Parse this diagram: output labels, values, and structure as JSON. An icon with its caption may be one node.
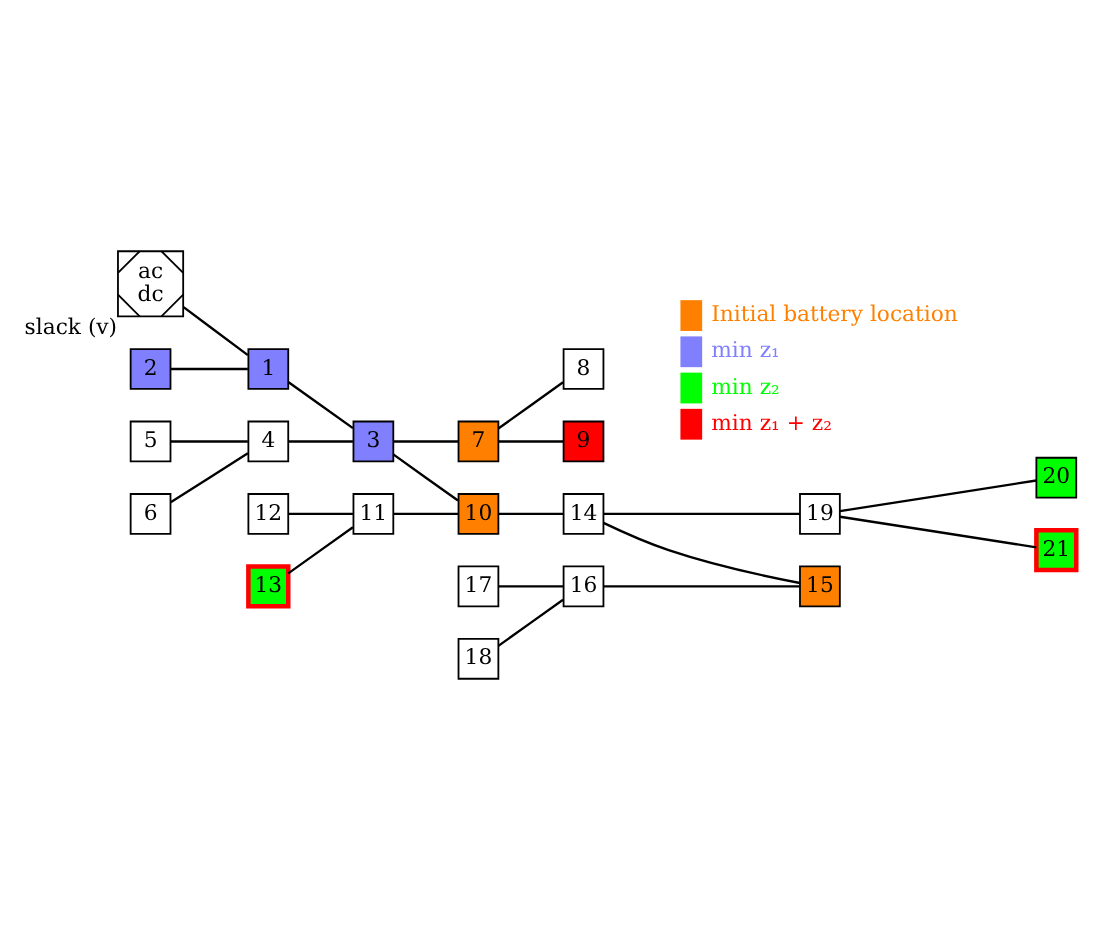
{
  "diagram": {
    "nodes": [
      {
        "text": [
          "ac",
          "dc"
        ],
        "beside": [
          "slack (v)"
        ]
      },
      {
        "text": [
          "1"
        ]
      },
      {
        "text": [
          "2"
        ]
      },
      {
        "text": [
          "3"
        ]
      },
      {
        "text": [
          "4"
        ]
      },
      {
        "text": [
          "5"
        ]
      },
      {
        "text": [
          "6"
        ]
      },
      {
        "text": [
          "7"
        ]
      },
      {
        "text": [
          "8"
        ]
      },
      {
        "text": [
          "9"
        ]
      },
      {
        "text": [
          "10"
        ]
      },
      {
        "text": [
          "11"
        ]
      },
      {
        "text": [
          "12"
        ]
      },
      {
        "text": [
          "13"
        ]
      },
      {
        "text": [
          "14"
        ]
      },
      {
        "text": [
          "15"
        ]
      },
      {
        "text": [
          "16"
        ]
      },
      {
        "text": [
          "17"
        ]
      },
      {
        "text": [
          "18"
        ]
      },
      {
        "text": [
          "19"
        ]
      },
      {
        "text": [
          "20"
        ]
      },
      {
        "text": [
          "21"
        ]
      }
    ],
    "edges": [
      {
        "from": 0,
        "to": 1,
        "arrow": "none"
      },
      {
        "from": 2,
        "to": 1,
        "arrow": "none"
      },
      {
        "from": 1,
        "to": 3,
        "arrow": "none"
      },
      {
        "from": 4,
        "to": 3,
        "arrow": "none"
      },
      {
        "from": 6,
        "to": 4,
        "arrow": "none"
      },
      {
        "from": 5,
        "to": 4,
        "arrow": "none"
      },
      {
        "from": 3,
        "to": 7,
        "arrow": "none"
      },
      {
        "from": 7,
        "to": 8,
        "arrow": "none"
      },
      {
        "from": 7,
        "to": 9,
        "arrow": "none"
      },
      {
        "from": 3,
        "to": 10,
        "arrow": "none"
      },
      {
        "from": 11,
        "to": 10,
        "arrow": "none"
      },
      {
        "from": 12,
        "to": 11,
        "arrow": "none"
      },
      {
        "from": 13,
        "to": 11,
        "arrow": "none"
      },
      {
        "from": 10,
        "to": 14,
        "arrow": "none"
      },
      {
        "from": 14,
        "to": 19,
        "arrow": "none"
      },
      {
        "from": 19,
        "to": 20,
        "arrow": "none"
      },
      {
        "from": 19,
        "to": 21,
        "arrow": "none"
      },
      {
        "from": 14,
        "to": 15,
        "arrow": "none"
      },
      {
        "from": 16,
        "to": 15,
        "arrow": "none"
      },
      {
        "from": 17,
        "to": 16,
        "arrow": "none"
      },
      {
        "from": 18,
        "to": 16,
        "arrow": "none"
      }
    ],
    "legend": [
      {
        "text": "Initial battery location",
        "color": "#ff8000"
      },
      {
        "text": "min z₁",
        "color": "#8080ff"
      },
      {
        "text": "min z₂",
        "color": "#00ff00"
      },
      {
        "text": "min z₁ + z₂",
        "color": "#ff0000"
      }
    ]
  }
}
